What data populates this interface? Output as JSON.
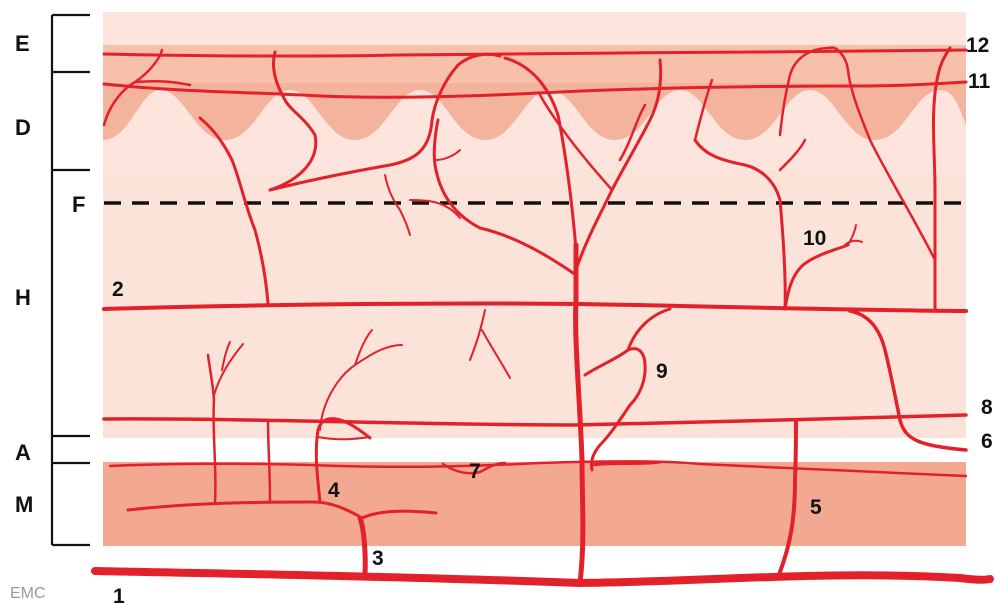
{
  "colors": {
    "vessel": "#e3212a",
    "epidermis": "#f6c0ab",
    "dermis": "#fde4dc",
    "hypodermis": "#fbe3da",
    "muscle": "#f3a892",
    "papillae": "#f4b39c",
    "ink": "#111111",
    "watermark": "#9a9a9a"
  },
  "layers": {
    "E": "E",
    "D": "D",
    "F": "F",
    "H": "H",
    "A": "A",
    "M": "M"
  },
  "numbers": {
    "n1": "1",
    "n2": "2",
    "n3": "3",
    "n4": "4",
    "n5": "5",
    "n6": "6",
    "n7": "7",
    "n8": "8",
    "n9": "9",
    "n10": "10",
    "n11": "11",
    "n12": "12"
  },
  "watermark": "EMC"
}
